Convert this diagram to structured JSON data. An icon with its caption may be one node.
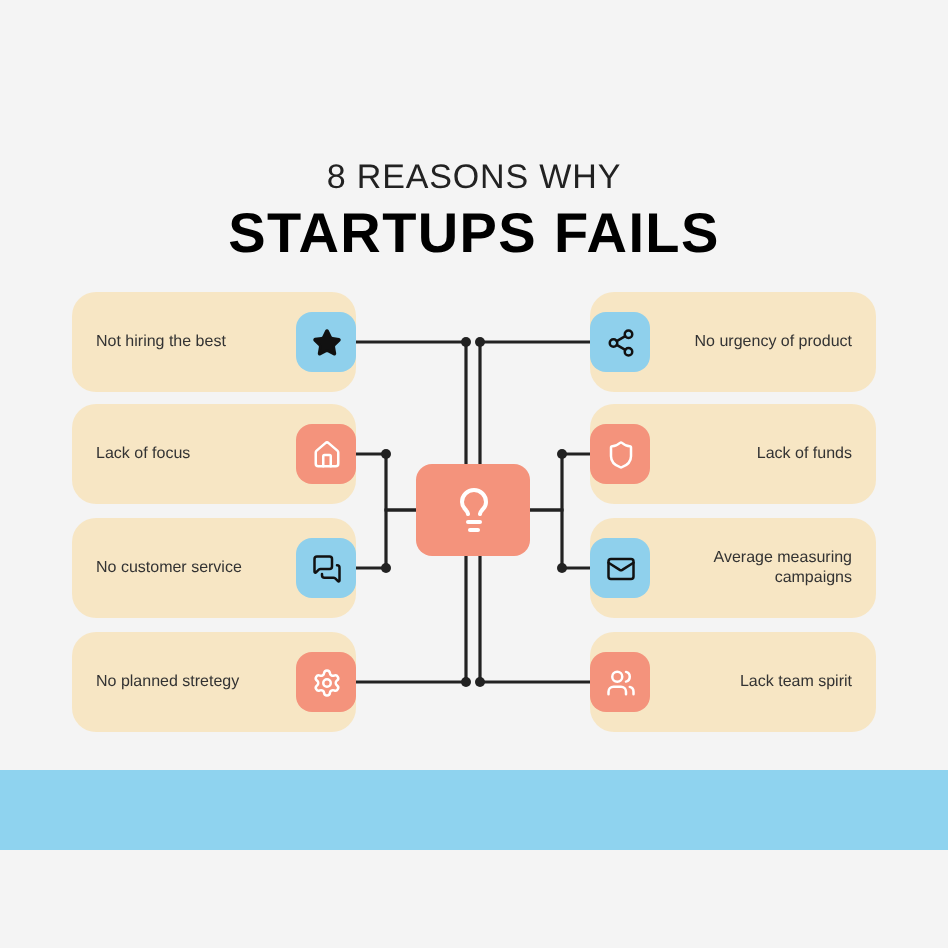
{
  "diagram": {
    "title": "STARTUPS FAILS",
    "nodes": [
      {
        "text": [],
        "shape": "box"
      },
      {
        "text": [
          "Not hiring the best"
        ]
      },
      {
        "text": [
          "Lack of focus"
        ]
      },
      {
        "text": [
          "No customer service"
        ]
      },
      {
        "text": [
          "No planned stretegy"
        ]
      },
      {
        "text": [
          "No urgency of product"
        ]
      },
      {
        "text": [
          "Lack of funds"
        ]
      },
      {
        "text": [
          "Average measuring campaigns"
        ]
      },
      {
        "text": [
          "Lack team spirit"
        ]
      }
    ],
    "edges": [
      {
        "from": 0,
        "to": 1,
        "arrow": "none"
      },
      {
        "from": 0,
        "to": 2,
        "arrow": "none"
      },
      {
        "from": 0,
        "to": 3,
        "arrow": "none"
      },
      {
        "from": 0,
        "to": 4,
        "arrow": "none"
      },
      {
        "from": 0,
        "to": 5,
        "arrow": "none"
      },
      {
        "from": 0,
        "to": 6,
        "arrow": "none"
      },
      {
        "from": 0,
        "to": 7,
        "arrow": "none"
      },
      {
        "from": 0,
        "to": 8,
        "arrow": "none"
      }
    ],
    "labels": [
      "8 REASONS WHY"
    ]
  }
}
